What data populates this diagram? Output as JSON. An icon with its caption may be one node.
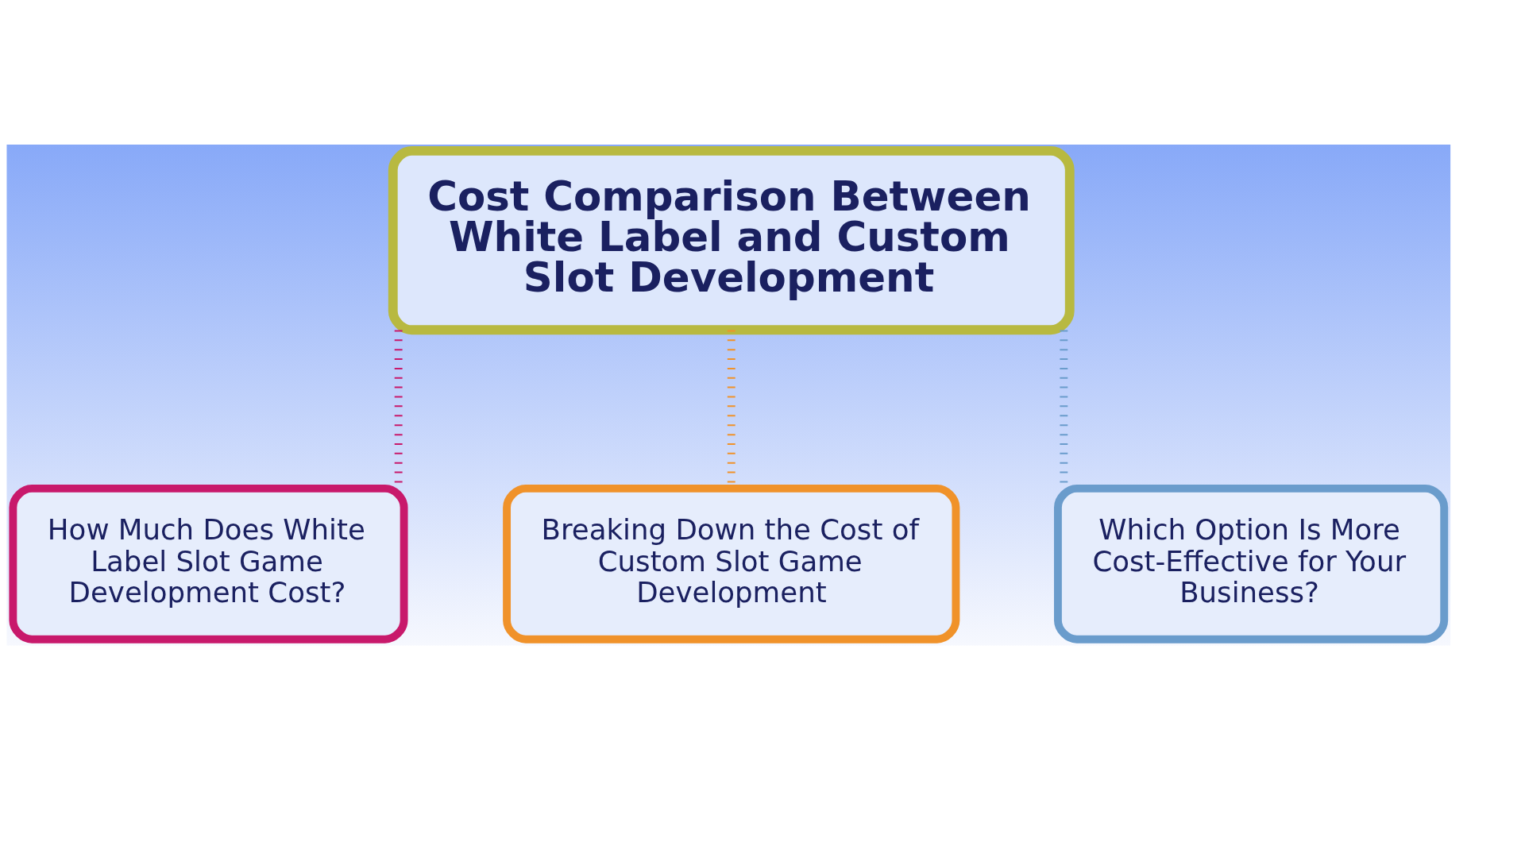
{
  "diagram": {
    "nodes": [
      {
        "text": [
          "Cost Comparison Between White Label and Custom Slot Development"
        ]
      },
      {
        "text": [
          "How Much Does White Label Slot Game Development Cost?"
        ]
      },
      {
        "text": [
          "Breaking Down the Cost of Custom Slot Game Development"
        ]
      },
      {
        "text": [
          "Which Option Is More Cost-Effective for Your Business?"
        ]
      }
    ],
    "edges": [
      {
        "from": 0,
        "to": 1,
        "arrow": "none",
        "style": "dashed",
        "color": "#c8196b"
      },
      {
        "from": 0,
        "to": 2,
        "arrow": "none",
        "style": "dashed",
        "color": "#f0922a"
      },
      {
        "from": 0,
        "to": 3,
        "arrow": "none",
        "style": "dashed",
        "color": "#6a9ccc"
      }
    ]
  }
}
